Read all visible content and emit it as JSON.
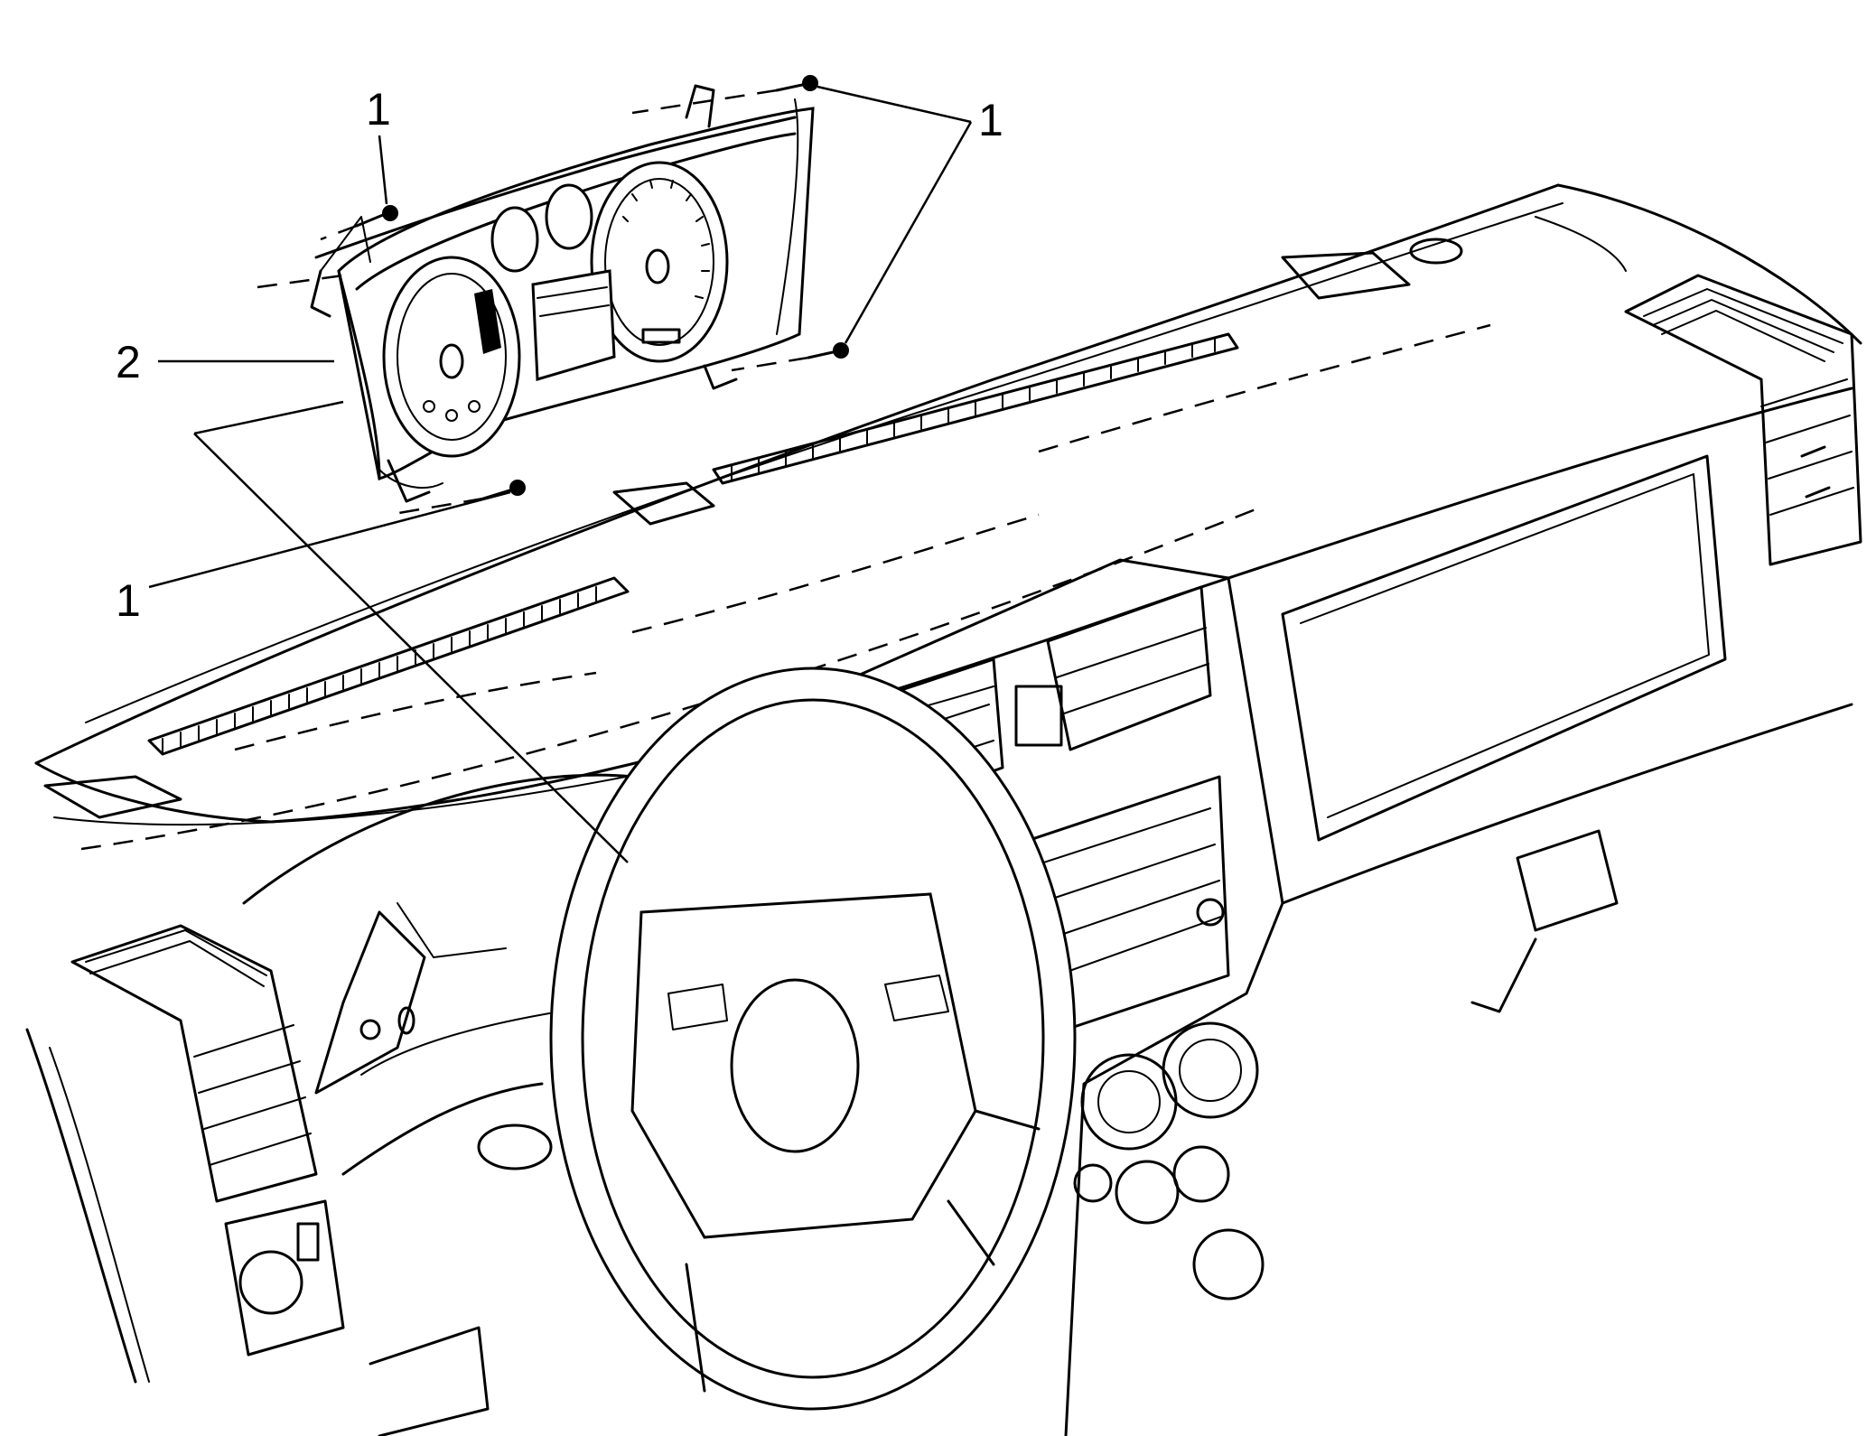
{
  "callouts": {
    "fastener_top_left": "1",
    "fastener_top_right": "1",
    "cluster": "2",
    "fastener_bottom": "1"
  },
  "colors": {
    "line": "#000000",
    "background": "#ffffff"
  }
}
